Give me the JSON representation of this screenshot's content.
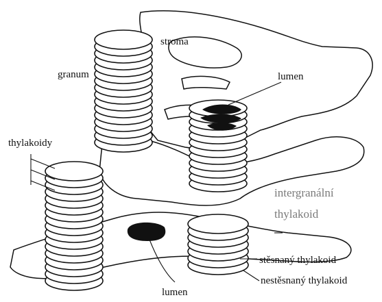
{
  "labels": {
    "stroma": "stroma",
    "granum": "granum",
    "lumen_top": "lumen",
    "thylakoidy": "thylakoidy",
    "intergranalni_line1": "intergranální",
    "intergranalni_line2": "thylakoid",
    "stesnany": "stěsnaný thylakoid",
    "nestesnany": "nestěsnaný thylakoid",
    "lumen_bottom": "lumen"
  },
  "colors": {
    "ink": "#111111",
    "grey_label": "#7a7a7a",
    "lumen_fill": "#111111"
  }
}
